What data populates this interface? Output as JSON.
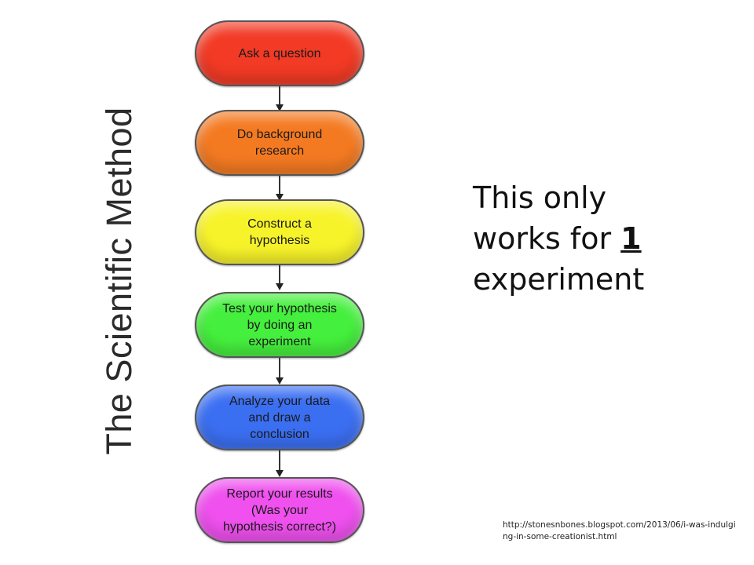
{
  "diagram": {
    "title": "The Scientific Method",
    "steps": [
      {
        "label": "Ask a question",
        "color": "#f23a25"
      },
      {
        "label": "Do background\nresearch",
        "color": "#f47a22"
      },
      {
        "label": "Construct a\nhypothesis",
        "color": "#f7f32a"
      },
      {
        "label": "Test your hypothesis\nby doing an\nexperiment",
        "color": "#45ef3d"
      },
      {
        "label": "Analyze your data\nand draw a\nconclusion",
        "color": "#3b6ff2"
      },
      {
        "label": "Report your results\n(Was your\nhypothesis correct?)",
        "color": "#ef50ee"
      }
    ]
  },
  "note": {
    "line1": "This only",
    "line2_prefix": "works for ",
    "line2_emphasis": "1",
    "line3": "experiment"
  },
  "source": {
    "url": "http://stonesnbones.blogspot.com/2013/06/i-was-indulging-in-some-creationist.html"
  }
}
